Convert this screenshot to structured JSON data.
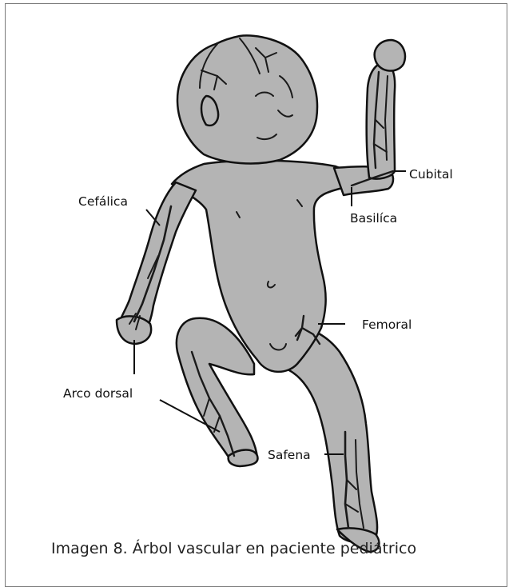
{
  "figure": {
    "labels": {
      "cefalica": "Cefálica",
      "cubital": "Cubital",
      "basilica": "Basilíca",
      "femoral": "Femoral",
      "arco_dorsal": "Arco dorsal",
      "safena": "Safena"
    },
    "caption": "Imagen 8. Árbol vascular en paciente pediátrico",
    "colors": {
      "skin": "#b4b4b4",
      "outline": "#111111",
      "vein": "#1a1a1a"
    }
  }
}
